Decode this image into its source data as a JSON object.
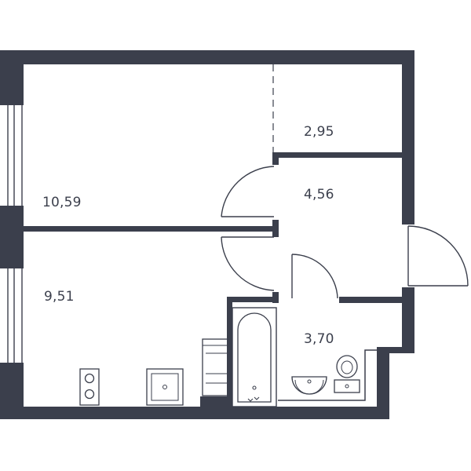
{
  "plan": {
    "rooms": [
      {
        "id": "living",
        "area": "10,59"
      },
      {
        "id": "bedroom",
        "area": "9,51"
      },
      {
        "id": "closet",
        "area": "2,95"
      },
      {
        "id": "hall",
        "area": "4,56"
      },
      {
        "id": "bathroom",
        "area": "3,70"
      }
    ]
  },
  "colors": {
    "wall": "#3b3f4c",
    "background": "#ffffff"
  }
}
